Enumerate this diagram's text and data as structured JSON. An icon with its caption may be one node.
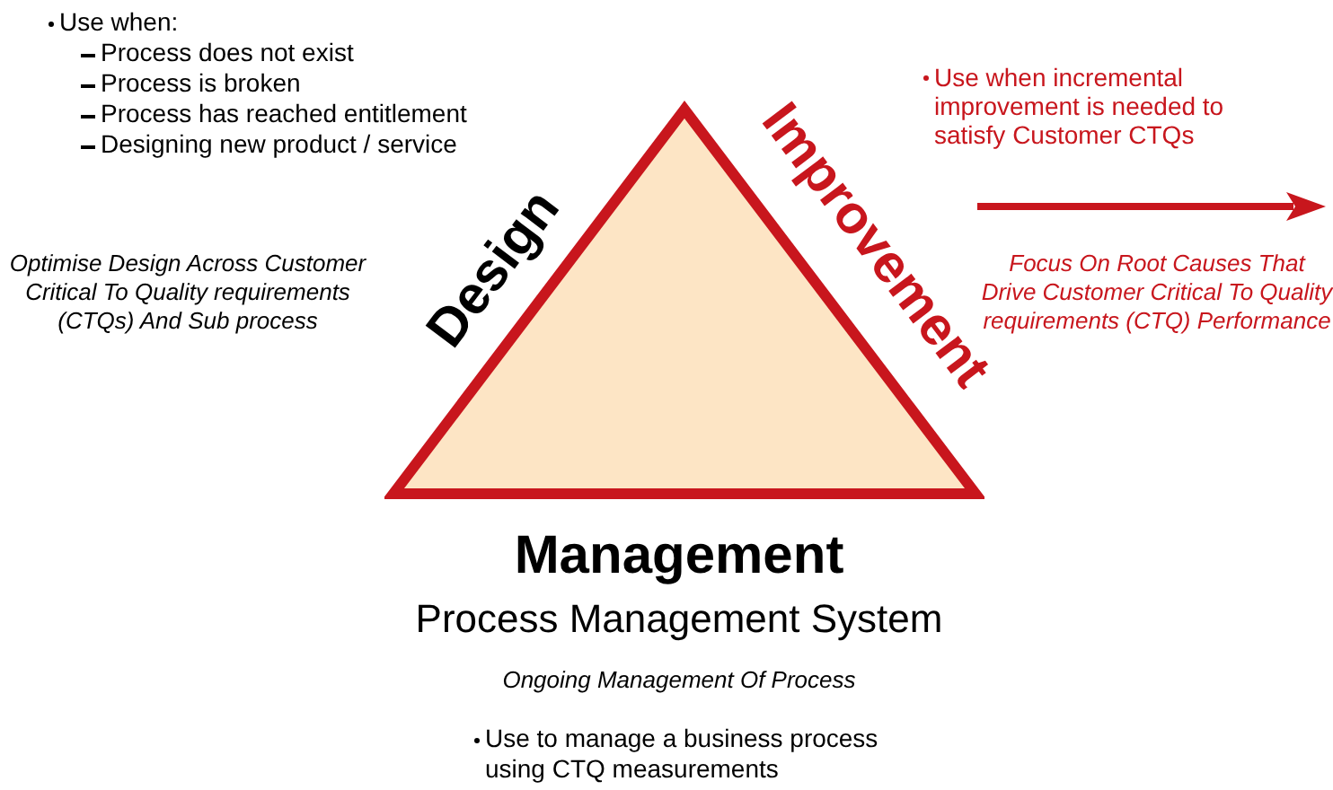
{
  "diagram": {
    "nodes": [
      {
        "text": [],
        "shape": "triangle"
      }
    ],
    "labels": [
      "Use when:",
      "Process does not exist",
      "Process is broken",
      "Process has reached entitlement",
      "Designing new product / service",
      "Use when incremental improvement is needed to satisfy Customer CTQs",
      "Design",
      "Improvement",
      "Optimise Design Across Customer Critical To Quality requirements (CTQs) And Sub process",
      "Focus On Root Causes That Drive Customer Critical To Quality requirements (CTQ) Performance",
      "Management",
      "Process Management System",
      "Ongoing Management Of Process",
      "Use to manage a business process using CTQ measurements"
    ]
  }
}
